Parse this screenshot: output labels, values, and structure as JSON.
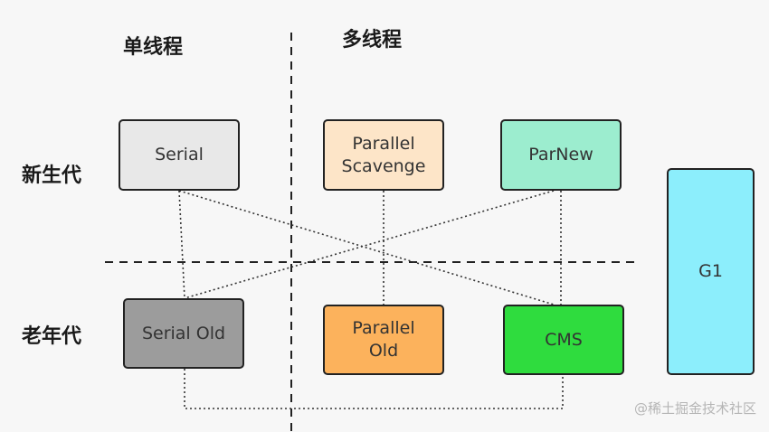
{
  "headers": {
    "single_thread": "单线程",
    "multi_thread": "多线程"
  },
  "row_labels": {
    "young_gen": "新生代",
    "old_gen": "老年代"
  },
  "collectors": {
    "serial": {
      "label": "Serial",
      "color": "#e8e8e8"
    },
    "parallel_scavenge": {
      "label": "Parallel\nScavenge",
      "color": "#fde5c8"
    },
    "parnew": {
      "label": "ParNew",
      "color": "#9cedcf"
    },
    "serial_old": {
      "label": "Serial Old",
      "color": "#9c9c9c"
    },
    "parallel_old": {
      "label": "Parallel\nOld",
      "color": "#fcb25c"
    },
    "cms": {
      "label": "CMS",
      "color": "#2fdc3e"
    },
    "g1": {
      "label": "G1",
      "color": "#8ceefc"
    }
  },
  "watermark": "@稀土掘金技术社区"
}
